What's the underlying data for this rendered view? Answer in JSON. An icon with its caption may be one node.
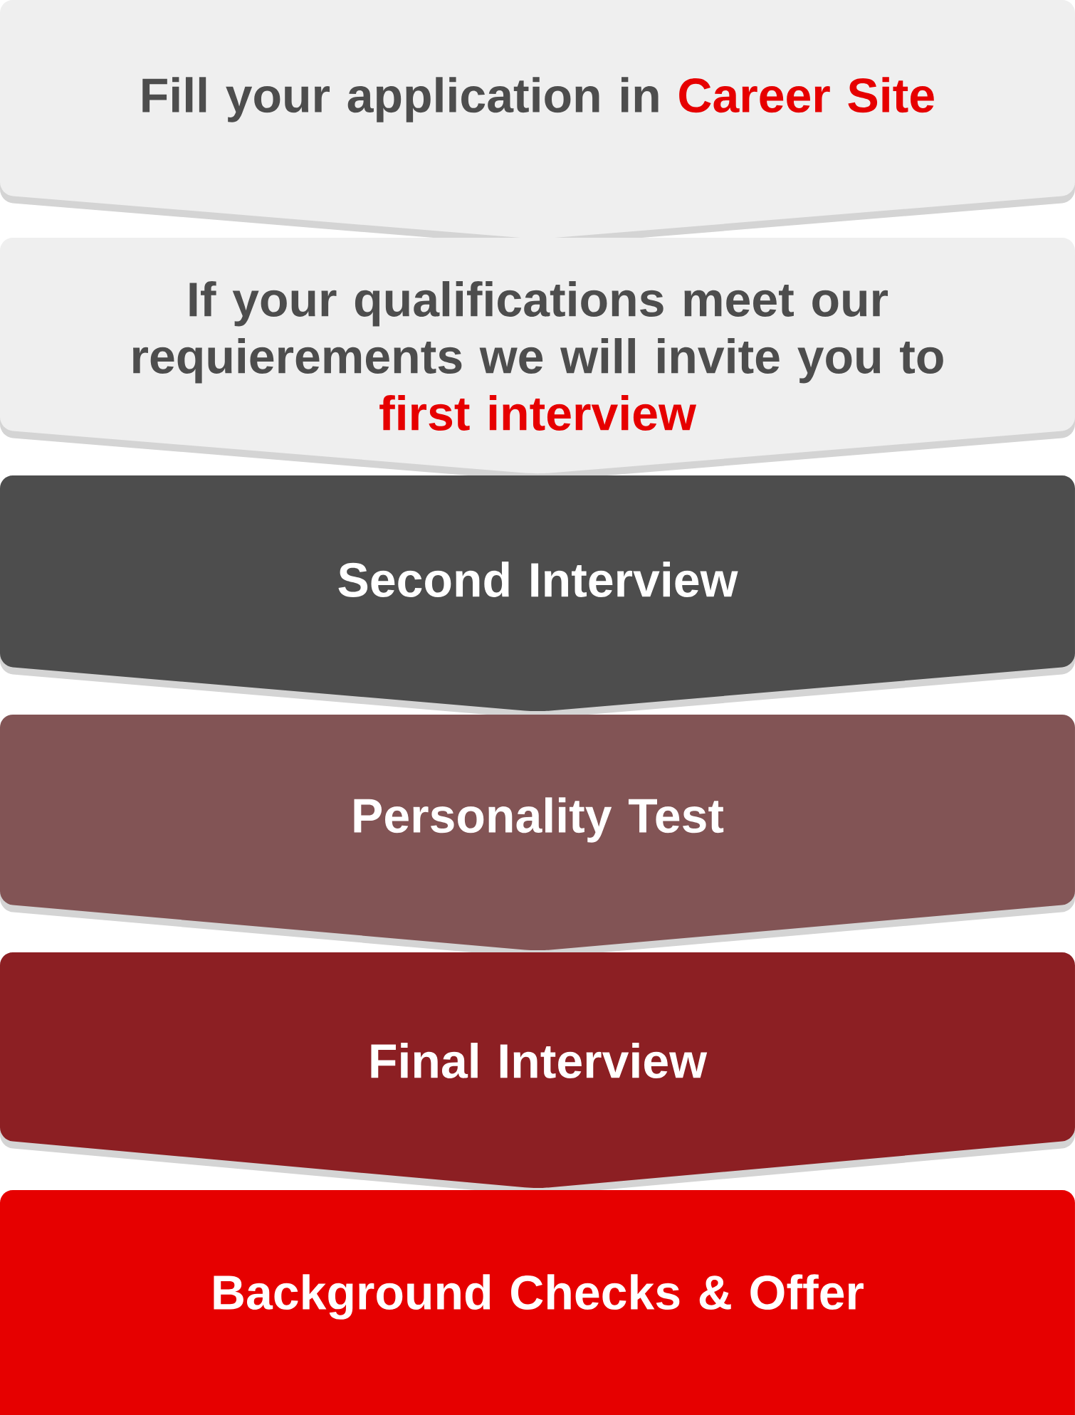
{
  "diagram": {
    "nodes": [
      {
        "text": [
          "Fill your application in",
          "Career Site"
        ]
      },
      {
        "text": [
          "If your qualifications meet our requierements we will invite you to",
          "first interview"
        ]
      },
      {
        "text": [
          "Second Interview"
        ]
      },
      {
        "text": [
          "Personality Test"
        ]
      },
      {
        "text": [
          "Final Interview"
        ]
      },
      {
        "text": [
          "Background Checks & Offer"
        ]
      }
    ]
  }
}
